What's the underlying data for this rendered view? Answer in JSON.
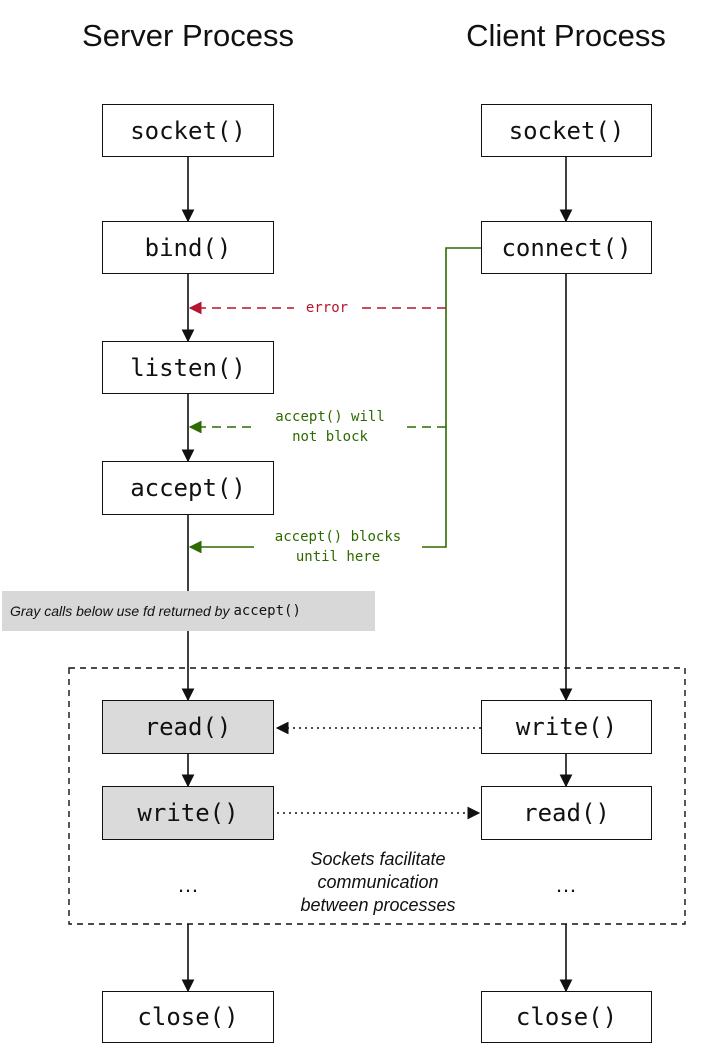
{
  "titles": {
    "server": "Server Process",
    "client": "Client Process"
  },
  "server": {
    "socket": "socket()",
    "bind": "bind()",
    "listen": "listen()",
    "accept": "accept()",
    "read": "read()",
    "write": "write()",
    "ellipsis": "…",
    "close": "close()"
  },
  "client": {
    "socket": "socket()",
    "connect": "connect()",
    "write": "write()",
    "read": "read()",
    "ellipsis": "…",
    "close": "close()"
  },
  "note": {
    "text": "Gray calls below use fd returned by",
    "code": "accept()"
  },
  "labels": {
    "error": "error",
    "will_not_block_1": "accept() will",
    "will_not_block_2": "not block",
    "blocks_1": "accept() blocks",
    "blocks_2": "until here"
  },
  "caption": {
    "line1": "Sockets facilitate",
    "line2": "communication",
    "line3": "between processes"
  },
  "colors": {
    "error": "#b5152e",
    "green": "#2d6a00",
    "gray_box": "#dadada"
  }
}
